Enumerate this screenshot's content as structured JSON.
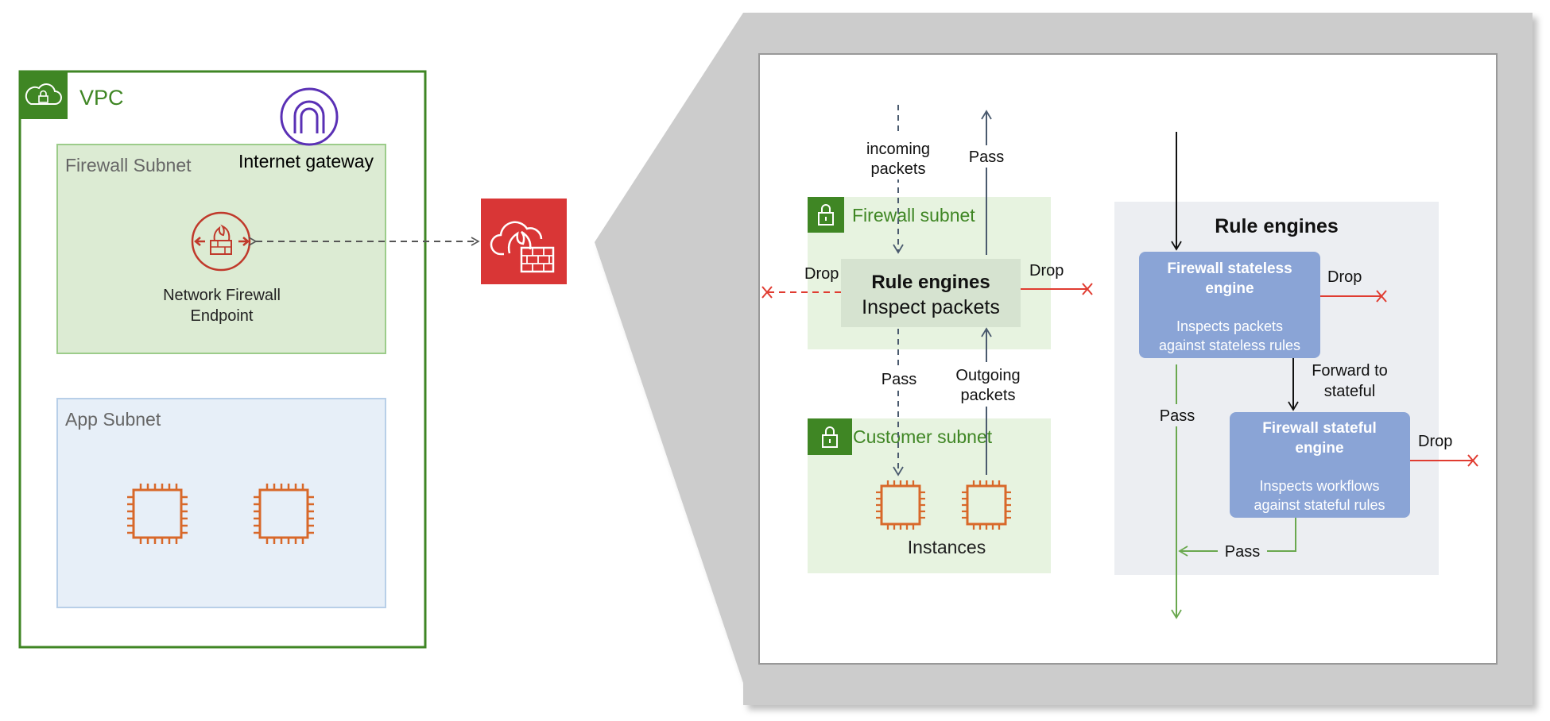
{
  "colors": {
    "vpc_green": "#3f8624",
    "firewall_subnet_fill": "#dcebd3",
    "firewall_subnet_stroke": "#9ccc8a",
    "app_subnet_fill": "#e7eff8",
    "app_subnet_stroke": "#b8cfe8",
    "gateway_purple": "#5a30b5",
    "firewall_red": "#d02a2a",
    "firewall_icon_bg": "#d93636",
    "instance_orange": "#d8682a",
    "callout_grey": "#cccccc",
    "engine_blue": "#8aa4d6",
    "rule_engine_panel": "#eceef2",
    "pass_green": "#6aa84f",
    "drop_red": "#e03c31",
    "arrow_slate": "#4a5a6e"
  },
  "vpc": {
    "label": "VPC",
    "firewall_subnet_label": "Firewall Subnet",
    "internet_gateway_label": "Internet gateway",
    "endpoint_label_line1": "Network Firewall",
    "endpoint_label_line2": "Endpoint",
    "app_subnet_label": "App Subnet"
  },
  "flow": {
    "incoming_line1": "incoming",
    "incoming_line2": "packets",
    "pass_top": "Pass",
    "firewall_subnet_label": "Firewall subnet",
    "drop_left": "Drop",
    "drop_right": "Drop",
    "rule_engines_title": "Rule engines",
    "rule_engines_subtitle": "Inspect packets",
    "pass_bottom": "Pass",
    "outgoing_line1": "Outgoing",
    "outgoing_line2": "packets",
    "customer_subnet_label": "Customer subnet",
    "instances_label": "Instances"
  },
  "engines": {
    "title": "Rule engines",
    "stateless_title_line1": "Firewall stateless",
    "stateless_title_line2": "engine",
    "stateless_desc_line1": "Inspects packets",
    "stateless_desc_line2": "against stateless rules",
    "drop_stateless": "Drop",
    "forward_line1": "Forward to",
    "forward_line2": "stateful",
    "pass_left": "Pass",
    "stateful_title_line1": "Firewall stateful",
    "stateful_title_line2": "engine",
    "stateful_desc_line1": "Inspects workflows",
    "stateful_desc_line2": "against stateful rules",
    "drop_stateful": "Drop",
    "pass_bottom": "Pass"
  }
}
